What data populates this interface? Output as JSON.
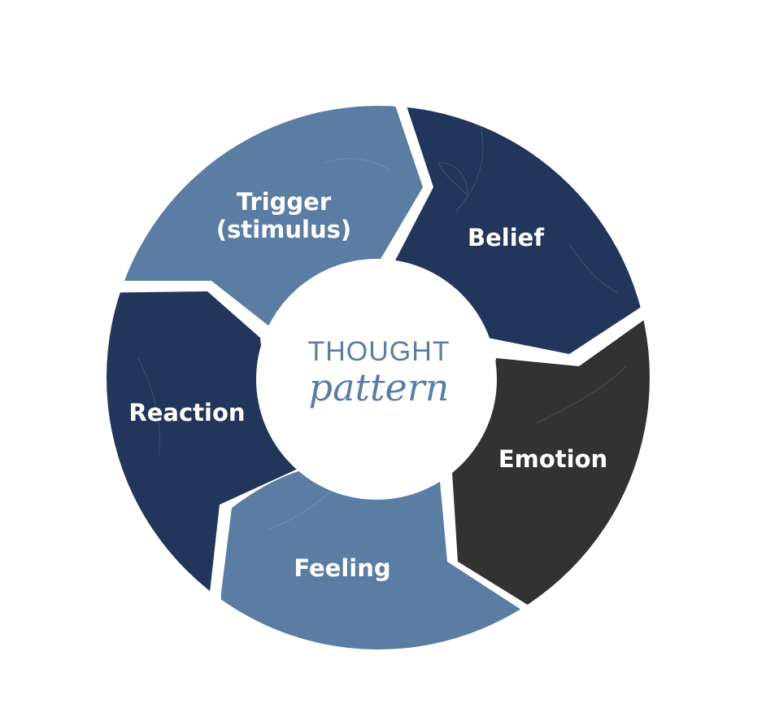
{
  "diagram": {
    "center": {
      "line1": "THOUGHT",
      "line2": "pattern"
    },
    "segments": [
      {
        "name": "trigger",
        "label_line1": "Trigger",
        "label_line2": "(stimulus)",
        "color": "#5b7da3"
      },
      {
        "name": "belief",
        "label_line1": "Belief",
        "color": "#21365a"
      },
      {
        "name": "emotion",
        "label_line1": "Emotion",
        "color": "#323232"
      },
      {
        "name": "feeling",
        "label_line1": "Feeling",
        "color": "#5b7da3"
      },
      {
        "name": "reaction",
        "label_line1": "Reaction",
        "color": "#21365a"
      }
    ],
    "colors": {
      "center_text": "#5b7da3",
      "label_text": "#ffffff",
      "background": "#ffffff"
    }
  }
}
